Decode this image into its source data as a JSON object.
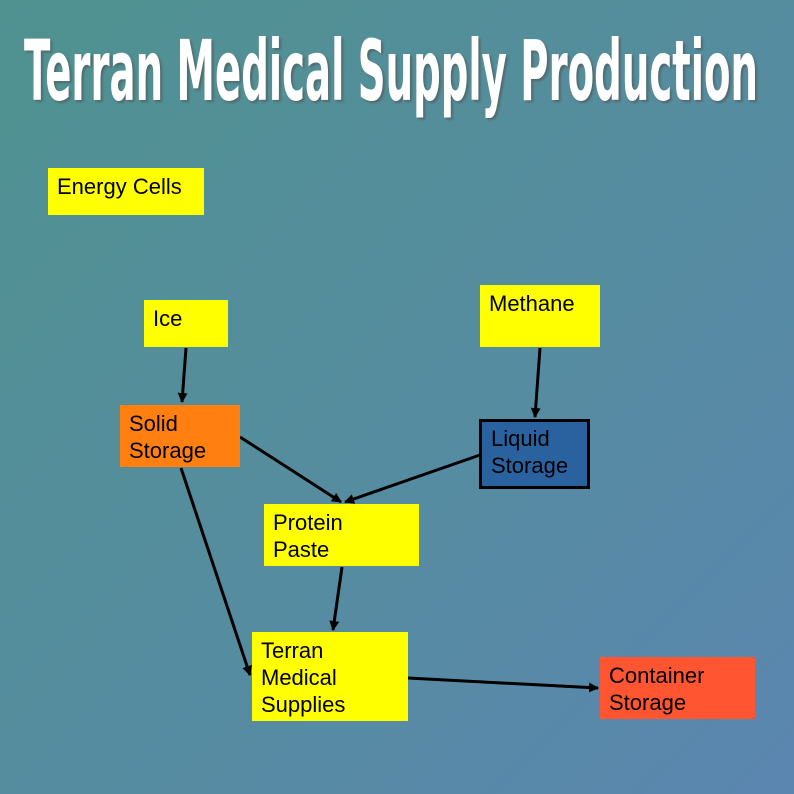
{
  "title": "Terran Medical Supply Production",
  "colors": {
    "input": "#ffff00",
    "solid": "#ff8010",
    "liquid": "#2a62a0",
    "container": "#ff5530",
    "edge": "#000000"
  },
  "nodes": {
    "energy_cells": {
      "lines": [
        "Energy Cells"
      ]
    },
    "ice": {
      "lines": [
        "Ice"
      ]
    },
    "methane": {
      "lines": [
        "Methane"
      ]
    },
    "solid_storage": {
      "lines": [
        "Solid",
        "Storage"
      ]
    },
    "liquid_storage": {
      "lines": [
        "Liquid",
        "Storage"
      ]
    },
    "protein_paste": {
      "lines": [
        "Protein",
        "Paste"
      ]
    },
    "terran_medical_supplies": {
      "lines": [
        "Terran",
        "Medical",
        "Supplies"
      ]
    },
    "container_storage": {
      "lines": [
        "Container",
        "Storage"
      ]
    }
  },
  "edges": [
    {
      "from": "Ice",
      "to": "Solid Storage"
    },
    {
      "from": "Methane",
      "to": "Liquid Storage"
    },
    {
      "from": "Solid Storage",
      "to": "Protein Paste"
    },
    {
      "from": "Liquid Storage",
      "to": "Protein Paste"
    },
    {
      "from": "Solid Storage",
      "to": "Terran Medical Supplies"
    },
    {
      "from": "Protein Paste",
      "to": "Terran Medical Supplies"
    },
    {
      "from": "Terran Medical Supplies",
      "to": "Container Storage"
    }
  ]
}
